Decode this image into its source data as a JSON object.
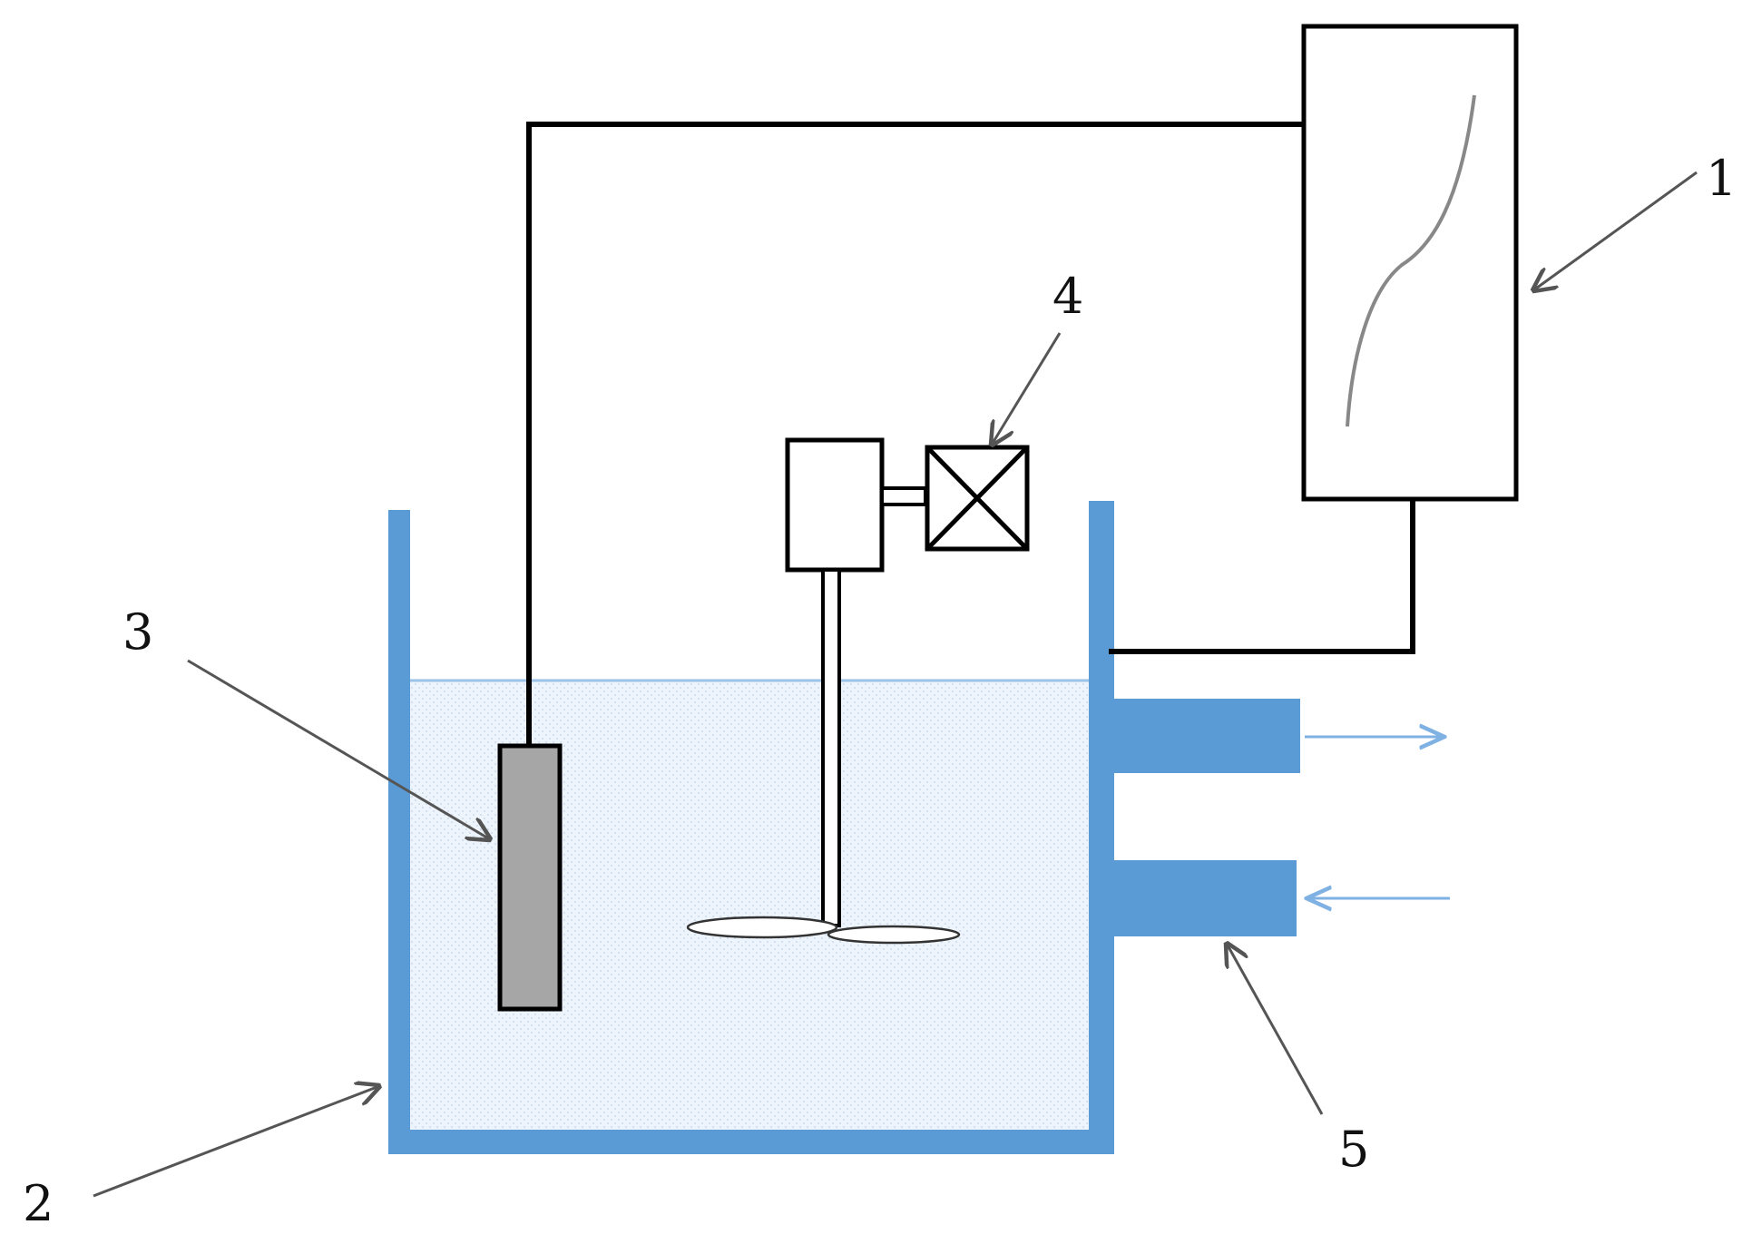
{
  "labels": {
    "device": "1",
    "tank": "2",
    "electrode": "3",
    "stirrer_motor": "4",
    "water_jacket": "5"
  },
  "colors": {
    "tank_wall": "#5b9bd5",
    "liquid_fill": "#eef4fb",
    "liquid_surface": "#9dc3e6",
    "flow_arrow": "#7fb1e3",
    "electrode_fill": "#a6a6a6",
    "line": "#000000",
    "leader_arrow": "#555555"
  }
}
